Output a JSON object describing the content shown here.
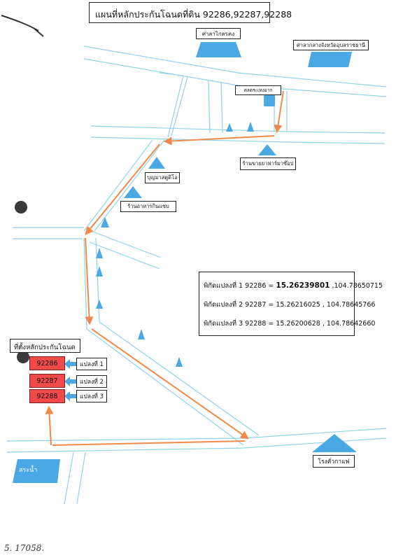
{
  "title": "แผนที่หลักประกันโฉนดที่ดิน 92286,92287,92288",
  "landmarks": {
    "district_office": "ศาลากลางจังหวัดอุบลราชธานี",
    "near_district_office": "ศาลาไกลรคง",
    "building_small": "ตลตระเหงอาก",
    "shop_right": "ร้านขายยาฟาร์มาซ๊อป",
    "shop_left_1": "บุญมาสตูดิโอ",
    "shop_left_2": "ร้านอาหารกินแซบ",
    "coffee": "โรงคั่วกาแฟ",
    "pond": "สระน้ำ"
  },
  "coordinates": [
    {
      "label": "พิกัดแปลงที่ 1",
      "deed": "92286",
      "lat": "15.26239801",
      "lon": "104.78650715"
    },
    {
      "label": "พิกัดแปลงที่ 2",
      "deed": "92287",
      "lat": "15.26216025",
      "lon": "104.78645766"
    },
    {
      "label": "พิกัดแปลงที่ 3",
      "deed": "92288",
      "lat": "15.26200628",
      "lon": "104.78642660"
    }
  ],
  "location_title": "ที่ตั้งหลักประกันโฉนด",
  "parcels": [
    {
      "deed": "92286",
      "plot": "แปลงที่ 1"
    },
    {
      "deed": "92287",
      "plot": "แปลงที่ 2"
    },
    {
      "deed": "92288",
      "plot": "แปลงที่ 3"
    }
  ],
  "handwriting": "5. 17058.",
  "colors": {
    "road": "#8fd3ea",
    "route": "#ef8a4a",
    "marker": "#4aa8e2",
    "parcel": "#f04a4a"
  }
}
